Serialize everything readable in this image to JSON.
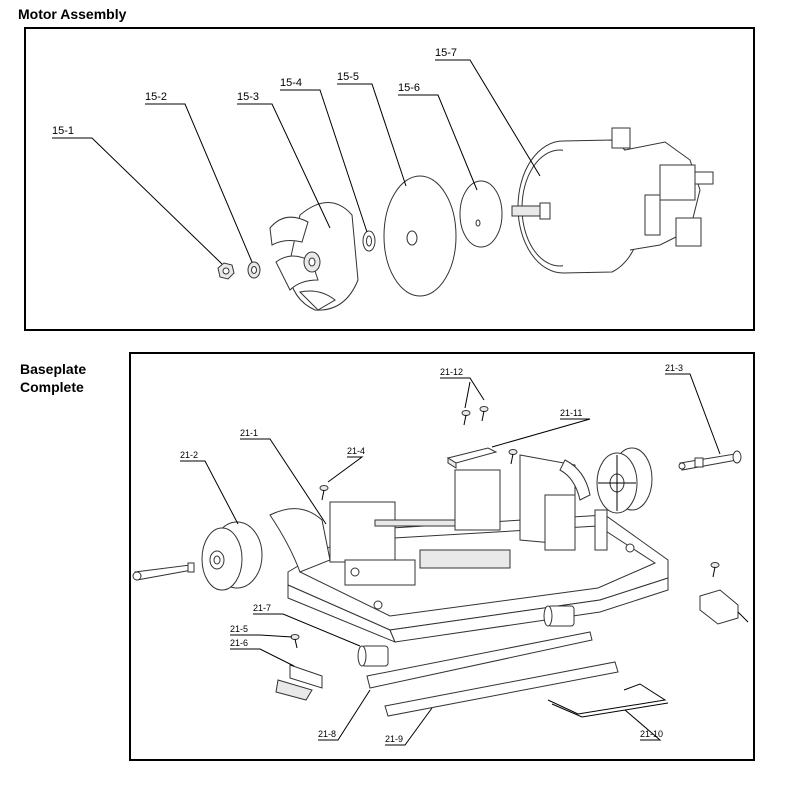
{
  "sections": {
    "motor_title": "Motor Assembly",
    "baseplate_title_line1": "Baseplate",
    "baseplate_title_line2": "Complete"
  },
  "motor_parts": [
    "15-1",
    "15-2",
    "15-3",
    "15-4",
    "15-5",
    "15-6",
    "15-7"
  ],
  "baseplate_parts": [
    "21-1",
    "21-2",
    "21-3",
    "21-4",
    "21-5",
    "21-6",
    "21-7",
    "21-8",
    "21-9",
    "21-10",
    "21-11",
    "21-12"
  ]
}
